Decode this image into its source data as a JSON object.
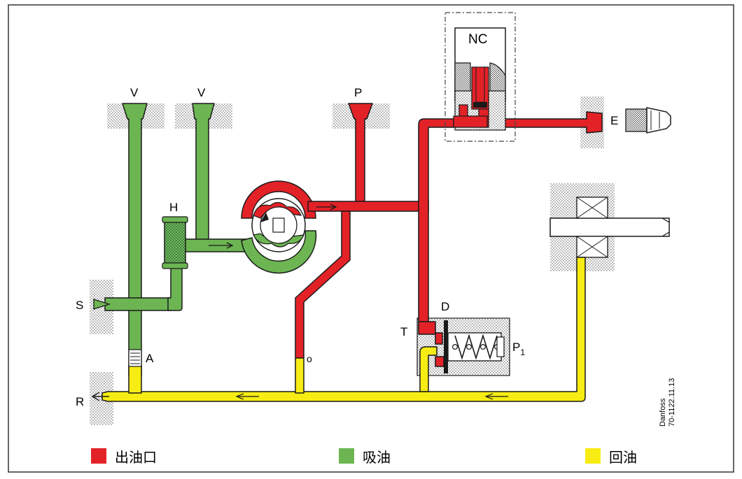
{
  "labels": {
    "v1": "V",
    "v2": "V",
    "p": "P",
    "nc": "NC",
    "e": "E",
    "h": "H",
    "s": "S",
    "a": "A",
    "o": "o",
    "r": "R",
    "t": "T",
    "d": "D",
    "p1_main": "P",
    "p1_sub": "1"
  },
  "reference": {
    "line1": "Danfoss",
    "line2": "70-1122.11.13"
  },
  "legend": [
    {
      "label": "出油口",
      "color": "#e32228"
    },
    {
      "label": "吸油",
      "color": "#6cb552"
    },
    {
      "label": "回油",
      "color": "#f7ec13"
    }
  ],
  "colors": {
    "outlet": "#e32228",
    "suction": "#6cb552",
    "return": "#f7ec13",
    "outline": "#1a1a1a"
  }
}
